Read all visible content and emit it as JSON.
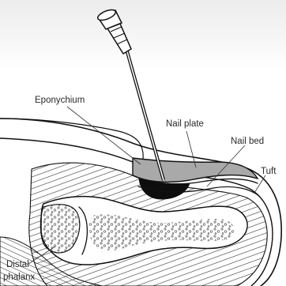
{
  "labels": {
    "eponychium": "Eponychium",
    "nail_plate": "Nail plate",
    "nail_bed": "Nail bed",
    "tuft": "Tuft",
    "distal_phalanx_line1": "Distal",
    "distal_phalanx_line2": "phalanx"
  },
  "colors": {
    "ink": "#111111",
    "nail_plate_fill": "#a9a9a9",
    "bone_stipple": "#6a6a6a",
    "background_top": "#f1f1f1"
  }
}
